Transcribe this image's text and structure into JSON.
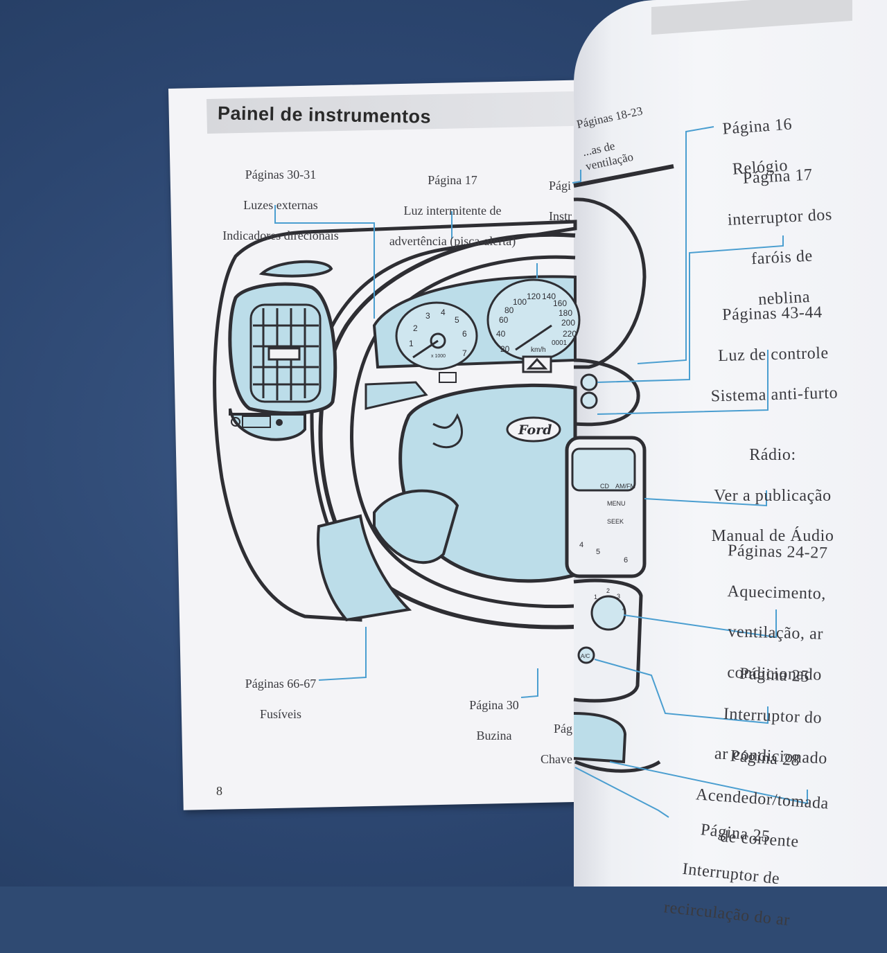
{
  "page": {
    "title": "Painel de instrumentos",
    "page_number": "8"
  },
  "callouts_left": [
    {
      "id": "luzes",
      "lines": [
        "Páginas 30-31",
        "Luzes externas",
        "Indicadores direcionais"
      ]
    },
    {
      "id": "pisca",
      "lines": [
        "Página 17",
        "Luz intermitente de",
        "advertência (pisca-alerta)"
      ]
    },
    {
      "id": "instr",
      "lines": [
        "Pági",
        "Instr"
      ]
    },
    {
      "id": "vent",
      "lines": [
        "Páginas 18-23",
        "...as de ventilação"
      ]
    },
    {
      "id": "fusiveis",
      "lines": [
        "Páginas 66-67",
        "Fusíveis"
      ]
    },
    {
      "id": "buzina",
      "lines": [
        "Página 30",
        "Buzina"
      ]
    },
    {
      "id": "chave",
      "lines": [
        "Pág",
        "Chave"
      ]
    }
  ],
  "callouts_right": [
    {
      "id": "relogio",
      "lines": [
        "Página 16",
        "Relógio"
      ]
    },
    {
      "id": "neblina",
      "lines": [
        "Página 17",
        "interruptor dos",
        "faróis de",
        "neblina"
      ]
    },
    {
      "id": "antifurto",
      "lines": [
        "Páginas 43-44",
        "Luz de controle",
        "Sistema anti-furto"
      ]
    },
    {
      "id": "radio",
      "lines": [
        "Rádio:",
        "Ver a publicação",
        "Manual de Áudio"
      ]
    },
    {
      "id": "aquecimento",
      "lines": [
        "Páginas 24-27",
        "Aquecimento,",
        "ventilação, ar",
        "condicionado"
      ]
    },
    {
      "id": "ac",
      "lines": [
        "Página 25",
        "Interruptor do",
        "ar condicionado"
      ]
    },
    {
      "id": "acendedor",
      "lines": [
        "Página 28",
        "Acendedor/tomada",
        "de corrente"
      ]
    },
    {
      "id": "recirc",
      "lines": [
        "Página 25",
        "Interruptor de",
        "recirculação do ar"
      ]
    }
  ],
  "diagram": {
    "brand": "Ford",
    "tach_marks": [
      "1",
      "2",
      "3",
      "4",
      "5",
      "6",
      "7"
    ],
    "tach_unit": "x 1000",
    "speedo_marks": [
      "20",
      "40",
      "60",
      "80",
      "100",
      "120",
      "140",
      "160",
      "180",
      "200",
      "220"
    ],
    "speedo_unit": "km/h",
    "odometer": "0001",
    "radio_buttons": [
      "CD",
      "AM/FM",
      "MENU",
      "SEEK",
      "4",
      "5",
      "6"
    ],
    "fan_marks": [
      "1",
      "2",
      "3",
      "4"
    ],
    "ac_label": "A/C"
  },
  "colors": {
    "accent_blue": "#b9dbe8",
    "callout_line": "#4a9ed0",
    "outline": "#2e2e33"
  }
}
